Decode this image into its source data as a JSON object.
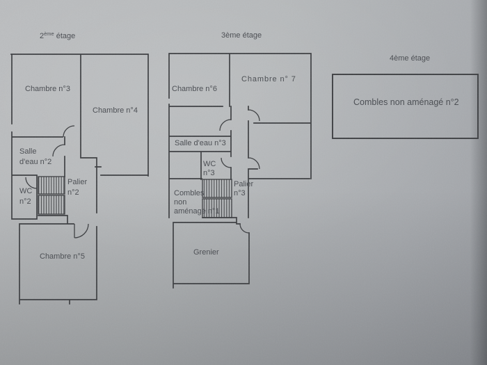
{
  "colors": {
    "paper": "#b4b7b9",
    "ink": "#3c3e41",
    "label": "#4a4d52"
  },
  "floors": {
    "floor2": {
      "title": {
        "num": "2",
        "sup": "ème",
        "rest": "étage"
      },
      "rooms": {
        "chambre3": "Chambre n°3",
        "chambre4": "Chambre n°4",
        "salle_eau_l1": "Salle",
        "salle_eau_l2": "d'eau n°2",
        "wc_l1": "WC",
        "wc_l2": "n°2",
        "palier_l1": "Palier",
        "palier_l2": "n°2",
        "chambre5": "Chambre n°5"
      }
    },
    "floor3": {
      "title": "3ème étage",
      "rooms": {
        "chambre6": "Chambre n°6",
        "chambre7": "Chambre n° 7",
        "salle_eau": "Salle d'eau n°3",
        "wc_l1": "WC",
        "wc_l2": "n°3",
        "palier_l1": "Palier",
        "palier_l2": "n°3",
        "combles_l1": "Combles",
        "combles_l2": "non",
        "combles_l3": "aménagé n°1",
        "grenier": "Grenier"
      }
    },
    "floor4": {
      "title": "4ème étage",
      "rooms": {
        "combles": "Combles non aménagé n°2"
      }
    }
  }
}
